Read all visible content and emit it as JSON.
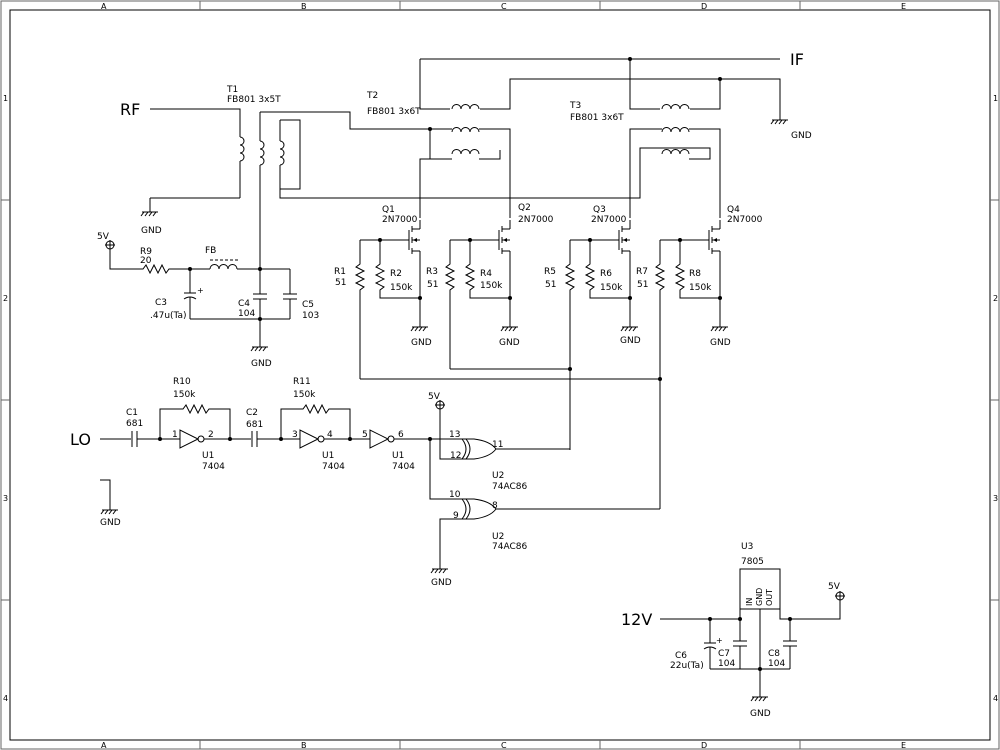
{
  "frame": {
    "columns": [
      "A",
      "B",
      "C",
      "D",
      "E"
    ],
    "rows": [
      "1",
      "2",
      "3",
      "4"
    ]
  },
  "ports": {
    "rf": "RF",
    "lo": "LO",
    "if": "IF",
    "v12": "12V"
  },
  "net": {
    "gnd": "GND",
    "v5": "5V"
  },
  "transformers": [
    {
      "ref": "T1",
      "value": "FB801 3x5T"
    },
    {
      "ref": "T2",
      "value": "FB801 3x6T"
    },
    {
      "ref": "T3",
      "value": "FB801 3x6T"
    }
  ],
  "fb": {
    "ref": "FB"
  },
  "transistors": [
    {
      "ref": "Q1",
      "value": "2N7000"
    },
    {
      "ref": "Q2",
      "value": "2N7000"
    },
    {
      "ref": "Q3",
      "value": "2N7000"
    },
    {
      "ref": "Q4",
      "value": "2N7000"
    }
  ],
  "resistors": [
    {
      "ref": "R1",
      "value": "51"
    },
    {
      "ref": "R2",
      "value": "150k"
    },
    {
      "ref": "R3",
      "value": "51"
    },
    {
      "ref": "R4",
      "value": "150k"
    },
    {
      "ref": "R5",
      "value": "51"
    },
    {
      "ref": "R6",
      "value": "150k"
    },
    {
      "ref": "R7",
      "value": "51"
    },
    {
      "ref": "R8",
      "value": "150k"
    },
    {
      "ref": "R9",
      "value": "20"
    },
    {
      "ref": "R10",
      "value": "150k"
    },
    {
      "ref": "R11",
      "value": "150k"
    }
  ],
  "capacitors": [
    {
      "ref": "C1",
      "value": "681"
    },
    {
      "ref": "C2",
      "value": "681"
    },
    {
      "ref": "C3",
      "value": ".47u(Ta)"
    },
    {
      "ref": "C4",
      "value": "104"
    },
    {
      "ref": "C5",
      "value": "103"
    },
    {
      "ref": "C6",
      "value": "22u(Ta)"
    },
    {
      "ref": "C7",
      "value": "104"
    },
    {
      "ref": "C8",
      "value": "104"
    }
  ],
  "inverters": [
    {
      "ref": "U1",
      "value": "7404",
      "pin_in": "1",
      "pin_out": "2"
    },
    {
      "ref": "U1",
      "value": "7404",
      "pin_in": "3",
      "pin_out": "4"
    },
    {
      "ref": "U1",
      "value": "7404",
      "pin_in": "5",
      "pin_out": "6"
    }
  ],
  "xor_gates": [
    {
      "ref": "U2",
      "value": "74AC86",
      "pin_a": "13",
      "pin_b": "12",
      "pin_out": "11"
    },
    {
      "ref": "U2",
      "value": "74AC86",
      "pin_a": "10",
      "pin_b": "9",
      "pin_out": "8"
    }
  ],
  "regulator": {
    "ref": "U3",
    "value": "7805",
    "pin_in": "IN",
    "pin_gnd": "GND",
    "pin_out": "OUT"
  }
}
